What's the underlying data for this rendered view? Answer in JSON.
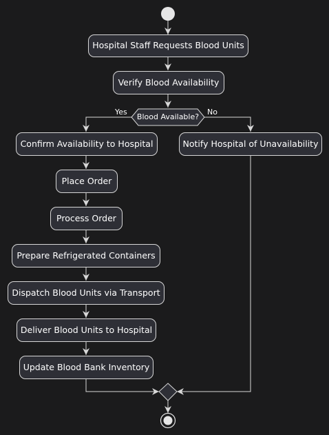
{
  "diagram": {
    "colors": {
      "background": "#1b1b1c",
      "node_fill": "#2e2f36",
      "stroke": "#d8d8d8",
      "text": "#ffffff",
      "start": "#e6e6e6"
    },
    "steps": {
      "request": "Hospital Staff Requests Blood Units",
      "verify": "Verify Blood Availability",
      "confirm": "Confirm Availability to Hospital",
      "place_order": "Place Order",
      "process_order": "Process Order",
      "prepare": "Prepare Refrigerated Containers",
      "dispatch": "Dispatch Blood Units via Transport",
      "deliver": "Deliver Blood Units to Hospital",
      "update": "Update Blood Bank Inventory",
      "notify": "Notify Hospital of Unavailability"
    },
    "decision": {
      "question": "Blood Available?",
      "yes": "Yes",
      "no": "No"
    }
  }
}
